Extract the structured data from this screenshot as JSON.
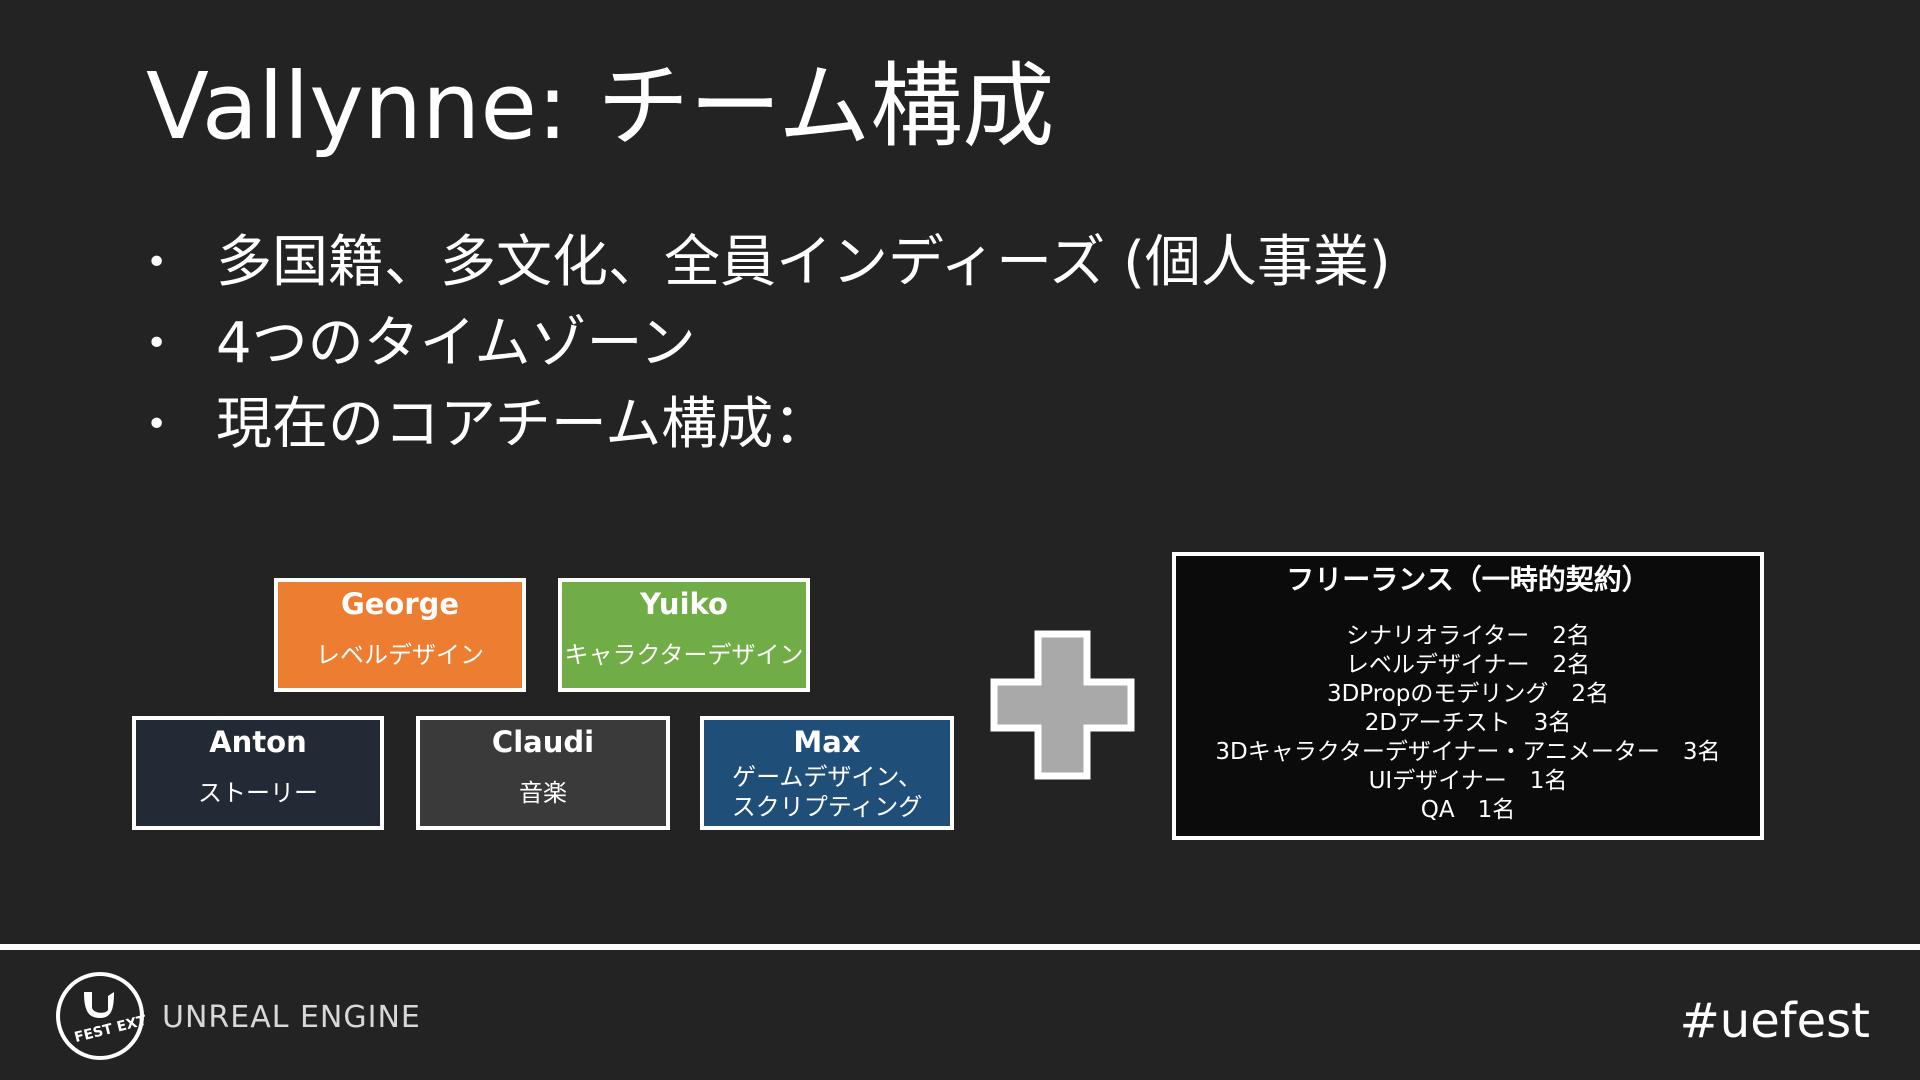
{
  "slide": {
    "title": "Vallynne: チーム構成",
    "bullets": [
      "多国籍、多文化、全員インディーズ (個人事業)",
      "4つのタイムゾーン",
      "現在のコアチーム構成："
    ],
    "bullet_glyph": "•"
  },
  "team": {
    "george": {
      "name": "George",
      "role": "レベルデザイン",
      "color": "#ED7D31"
    },
    "yuiko": {
      "name": "Yuiko",
      "role": "キャラクターデザイン",
      "color": "#70AD47"
    },
    "anton": {
      "name": "Anton",
      "role": "ストーリー",
      "color": "#222A35"
    },
    "claudi": {
      "name": "Claudi",
      "role": "音楽",
      "color": "#3A3A3A"
    },
    "max": {
      "name": "Max",
      "role_line1": "ゲームデザイン、",
      "role_line2": "スクリプティング",
      "color": "#1F4E79"
    }
  },
  "plus_icon": "plus-icon",
  "freelance": {
    "title": "フリーランス（一時的契約）",
    "items": [
      "シナリオライター　2名",
      "レベルデザイナー　2名",
      "3DPropのモデリング　2名",
      "2Dアーチスト　3名",
      "3Dキャラクターデザイナー・アニメーター　3名",
      "UIデザイナー　1名",
      "QA　1名"
    ]
  },
  "footer": {
    "logo_text": "FEST EXTREME WINTER",
    "brand": "UNREAL ENGINE",
    "hashtag": "#uefest"
  }
}
